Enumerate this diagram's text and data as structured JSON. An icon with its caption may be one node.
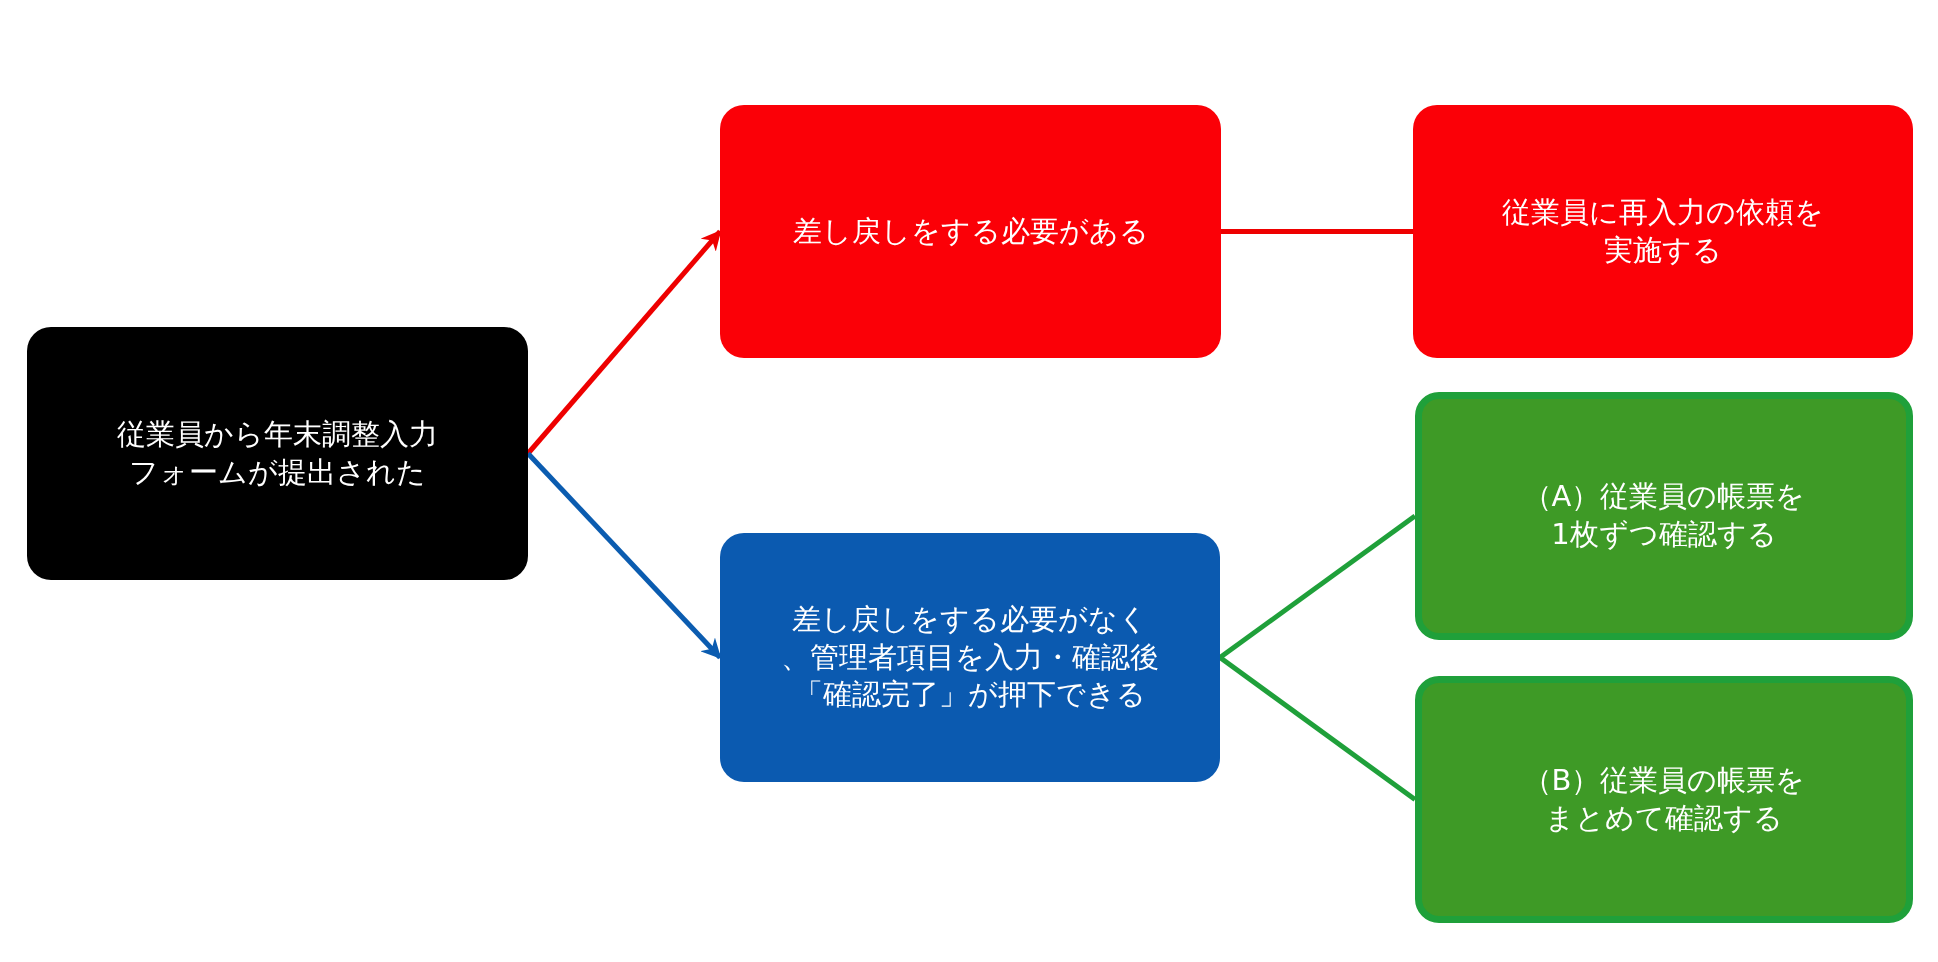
{
  "diagram": {
    "nodes": [
      {
        "text": [
          "従業員から年末調整入力フォームが提出された"
        ]
      },
      {
        "text": [
          "差し戻しをする必要がある"
        ]
      },
      {
        "text": [
          "従業員に再入力の依頼を実施する"
        ]
      },
      {
        "text": [
          "差し戻しをする必要がなく、管理者項目を入力・確認後「確認完了」が押下できる"
        ]
      },
      {
        "text": [
          "（A）従業員の帳票を1枚ずつ確認する"
        ]
      },
      {
        "text": [
          "（B）従業員の帳票をまとめて確認する"
        ]
      }
    ],
    "edges": [
      {
        "from": 0,
        "to": 1,
        "arrow": "to",
        "color": "#ee0000"
      },
      {
        "from": 0,
        "to": 3,
        "arrow": "to",
        "color": "#0b5cb0"
      },
      {
        "from": 1,
        "to": 2,
        "arrow": "none",
        "color": "#ee0000"
      },
      {
        "from": 3,
        "to": 4,
        "arrow": "none",
        "color": "#1fa03a"
      },
      {
        "from": 3,
        "to": 5,
        "arrow": "none",
        "color": "#1fa03a"
      }
    ]
  }
}
